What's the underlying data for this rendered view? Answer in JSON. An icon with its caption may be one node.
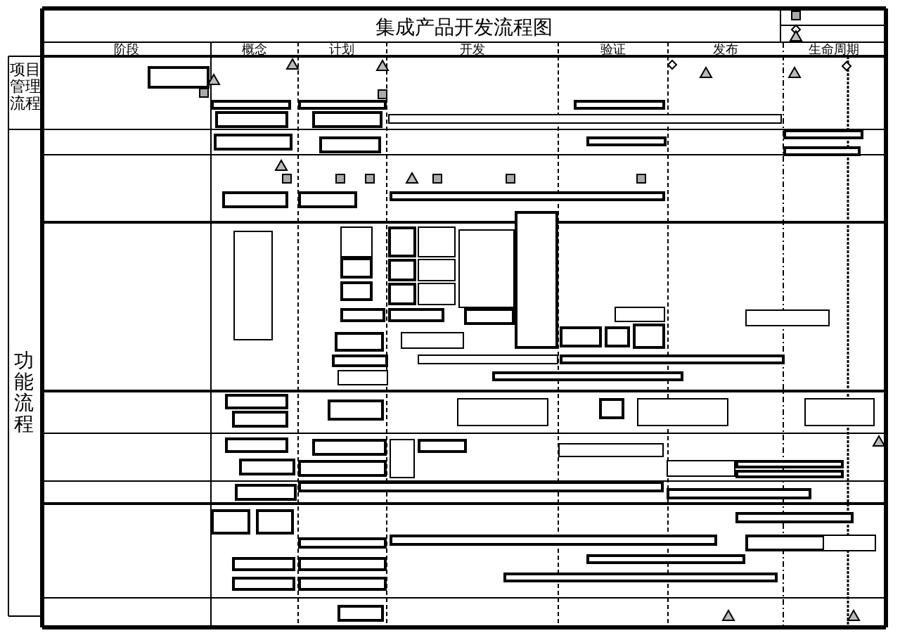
{
  "diagram": {
    "title": "集成产品开发流程图",
    "nodes": [
      {
        "text": [],
        "shape": "box"
      },
      {
        "text": [],
        "shape": "box"
      },
      {
        "text": [],
        "shape": "box"
      },
      {
        "text": [],
        "shape": "box"
      },
      {
        "text": [],
        "shape": "box"
      },
      {
        "text": [],
        "shape": "box"
      },
      {
        "text": [],
        "shape": "box"
      },
      {
        "text": [],
        "shape": "box"
      },
      {
        "text": [],
        "shape": "box"
      },
      {
        "text": [],
        "shape": "box"
      },
      {
        "text": [],
        "shape": "box"
      },
      {
        "text": [],
        "shape": "box"
      },
      {
        "text": [],
        "shape": "box"
      },
      {
        "text": [],
        "shape": "box"
      },
      {
        "text": [],
        "shape": "box"
      },
      {
        "text": [],
        "shape": "box"
      },
      {
        "text": [],
        "shape": "box"
      },
      {
        "text": [],
        "shape": "box"
      },
      {
        "text": [],
        "shape": "box"
      },
      {
        "text": [],
        "shape": "box"
      },
      {
        "text": [],
        "shape": "box"
      },
      {
        "text": [],
        "shape": "box"
      },
      {
        "text": [],
        "shape": "box"
      },
      {
        "text": [],
        "shape": "box"
      },
      {
        "text": [],
        "shape": "box"
      },
      {
        "text": [],
        "shape": "box"
      },
      {
        "text": [],
        "shape": "box"
      },
      {
        "text": [],
        "shape": "box"
      },
      {
        "text": [],
        "shape": "box"
      },
      {
        "text": [],
        "shape": "box"
      },
      {
        "text": [],
        "shape": "box"
      },
      {
        "text": [],
        "shape": "box"
      },
      {
        "text": [],
        "shape": "box"
      },
      {
        "text": [],
        "shape": "box"
      },
      {
        "text": [],
        "shape": "box"
      },
      {
        "text": [],
        "shape": "box"
      },
      {
        "text": [],
        "shape": "box"
      },
      {
        "text": [],
        "shape": "box"
      },
      {
        "text": [],
        "shape": "box"
      },
      {
        "text": [],
        "shape": "box"
      },
      {
        "text": [],
        "shape": "box"
      },
      {
        "text": [],
        "shape": "box"
      },
      {
        "text": [],
        "shape": "box"
      },
      {
        "text": [],
        "shape": "box"
      },
      {
        "text": [],
        "shape": "box"
      },
      {
        "text": [],
        "shape": "box"
      },
      {
        "text": [],
        "shape": "box"
      },
      {
        "text": [],
        "shape": "box"
      },
      {
        "text": [],
        "shape": "box"
      },
      {
        "text": [],
        "shape": "box"
      },
      {
        "text": [],
        "shape": "box"
      },
      {
        "text": [],
        "shape": "box"
      },
      {
        "text": [],
        "shape": "box"
      },
      {
        "text": [],
        "shape": "box"
      },
      {
        "text": [],
        "shape": "box"
      },
      {
        "text": [],
        "shape": "box"
      },
      {
        "text": [],
        "shape": "box"
      },
      {
        "text": [],
        "shape": "box"
      },
      {
        "text": [],
        "shape": "box"
      },
      {
        "text": [],
        "shape": "box"
      },
      {
        "text": [],
        "shape": "box"
      },
      {
        "text": [],
        "shape": "box"
      },
      {
        "text": [],
        "shape": "box"
      },
      {
        "text": [],
        "shape": "box"
      },
      {
        "text": [],
        "shape": "box"
      },
      {
        "text": [],
        "shape": "box"
      },
      {
        "text": [],
        "shape": "box"
      },
      {
        "text": [],
        "shape": "box"
      },
      {
        "text": [],
        "shape": "box"
      },
      {
        "text": [],
        "shape": "box"
      },
      {
        "text": [],
        "shape": "box"
      },
      {
        "text": [],
        "shape": "box"
      },
      {
        "text": [],
        "shape": "box"
      },
      {
        "text": [],
        "shape": "box"
      },
      {
        "text": [],
        "shape": "box"
      },
      {
        "text": [],
        "shape": "box"
      }
    ],
    "labels": [
      "阶段",
      "概念",
      "计划",
      "开发",
      "验证",
      "发布",
      "生命周期",
      "项目管理流程",
      "功能流程"
    ]
  }
}
